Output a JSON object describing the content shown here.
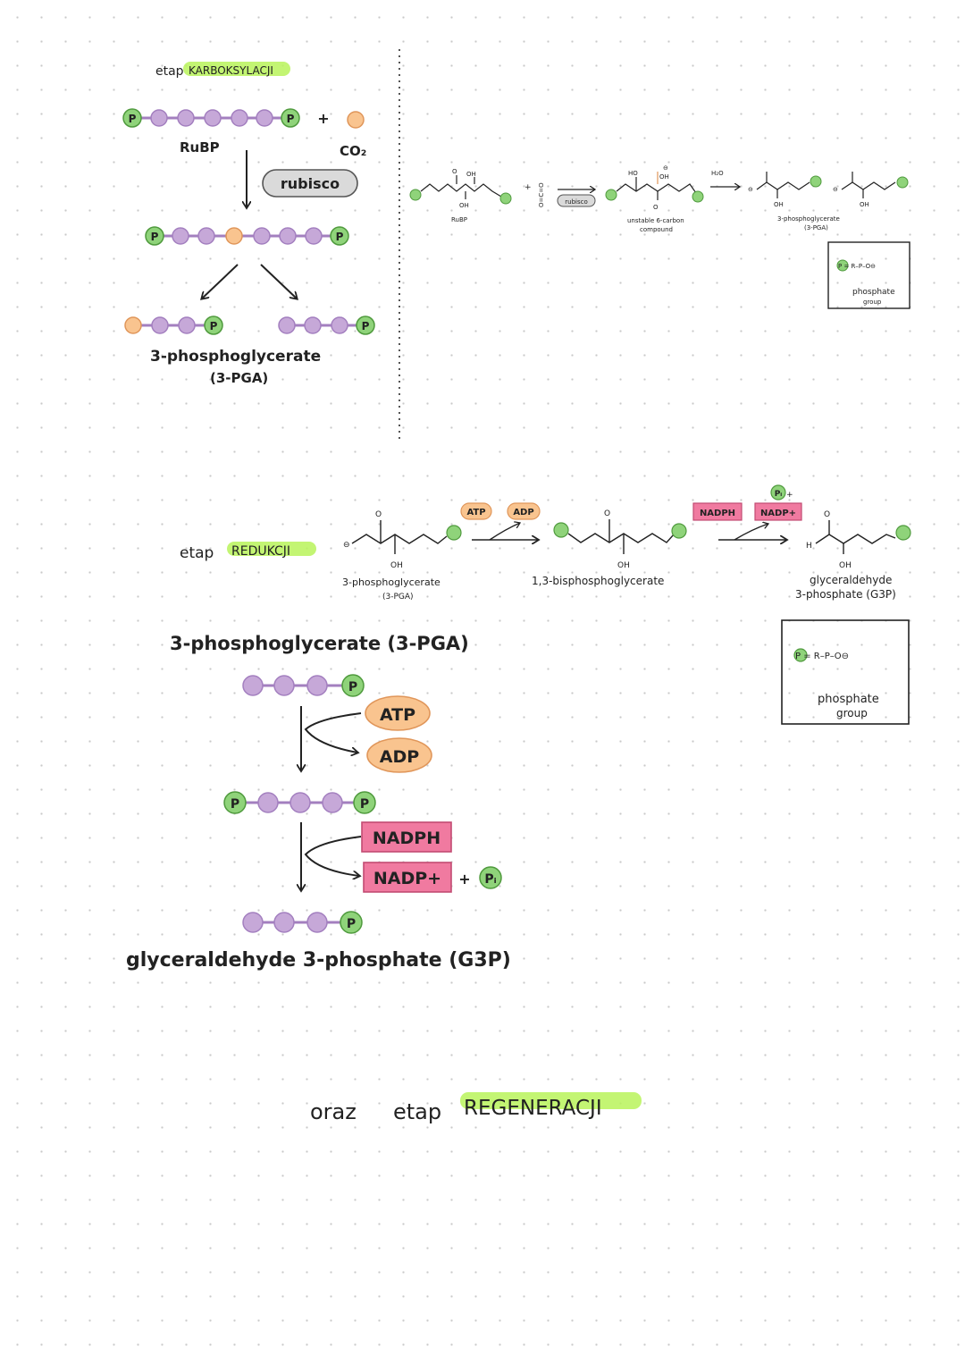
{
  "colors": {
    "purple": "#c6a8d8",
    "purple_stroke": "#a37fbf",
    "green": "#8fd37a",
    "green_stroke": "#4f9a3d",
    "orange": "#f9c48f",
    "orange_stroke": "#e0965a",
    "pink": "#f07aa0",
    "highlight": "#b8f35a",
    "grey_pill": "#dadada"
  },
  "carboxylation": {
    "stage_prefix": "etap",
    "stage_name": "KARBOKSYLACJI",
    "p_label": "P",
    "plus": "+",
    "rubp_label": "RuBP",
    "co2_label": "CO₂",
    "enzyme_label": "rubisco",
    "product_label": "3-phosphoglycerate",
    "product_abbr": "(3-PGA)"
  },
  "carboxylation_scheme": {
    "rubp_label": "RuBP",
    "oh": "OH",
    "ho": "HO",
    "o": "O",
    "o_minus": "⊖",
    "co2": "O=C=O",
    "plus": "+",
    "enzyme_label": "rubisco",
    "intermediate_label_1": "unstable 6-carbon",
    "intermediate_label_2": "compound",
    "water_label": "H₂O",
    "product_label": "3-phosphoglycerate",
    "product_abbr": "(3-PGA)",
    "legend_formula": "P = R–P–O⊖",
    "legend_label_1": "phosphate",
    "legend_label_2": "group"
  },
  "reduction": {
    "stage_prefix": "etap",
    "stage_name": "REDUKCJI",
    "atp": "ATP",
    "adp": "ADP",
    "nadph": "NADPH",
    "nadp": "NADP+",
    "pi": "Pᵢ",
    "plus": "+",
    "oh": "OH",
    "o": "O",
    "h": "H",
    "compound1_label": "3-phosphoglycerate",
    "compound1_abbr": "(3-PGA)",
    "compound2_label": "1,3-bisphosphoglycerate",
    "compound3_label_1": "glyceraldehyde",
    "compound3_label_2": "3-phosphate (G3P)",
    "legend_formula": "P = R–P–O⊖",
    "legend_label_1": "phosphate",
    "legend_label_2": "group"
  },
  "reduction_cartoon": {
    "title": "3-phosphoglycerate (3-PGA)",
    "atp": "ATP",
    "adp": "ADP",
    "nadph": "NADPH",
    "nadp": "NADP+",
    "plus": "+",
    "pi": "Pᵢ",
    "p_label": "P",
    "product_label": "glyceraldehyde 3-phosphate (G3P)"
  },
  "regeneration": {
    "prefix_1": "oraz",
    "prefix_2": "etap",
    "stage_name": "REGENERACJI"
  }
}
